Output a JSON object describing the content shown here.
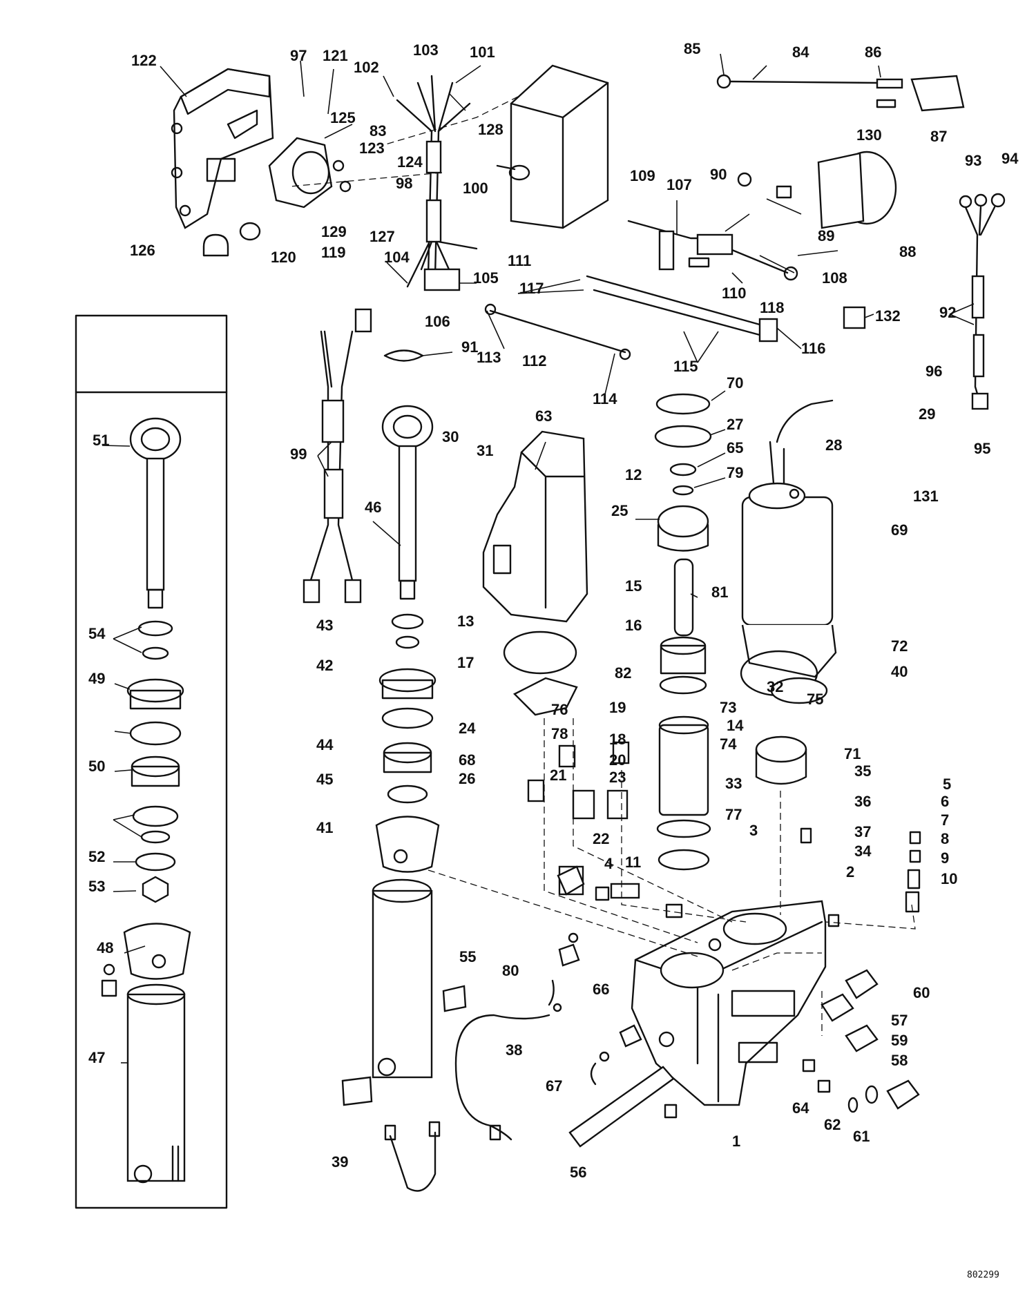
{
  "figure_code": "802299",
  "part_numbers": [
    "1",
    "2",
    "3",
    "4",
    "5",
    "6",
    "7",
    "8",
    "9",
    "10",
    "11",
    "12",
    "13",
    "14",
    "15",
    "16",
    "17",
    "18",
    "19",
    "20",
    "21",
    "22",
    "23",
    "24",
    "25",
    "26",
    "27",
    "28",
    "29",
    "30",
    "31",
    "32",
    "33",
    "34",
    "35",
    "36",
    "37",
    "38",
    "39",
    "40",
    "41",
    "42",
    "43",
    "44",
    "45",
    "46",
    "47",
    "48",
    "49",
    "50",
    "51",
    "52",
    "53",
    "54",
    "55",
    "56",
    "57",
    "58",
    "59",
    "60",
    "61",
    "62",
    "63",
    "64",
    "65",
    "66",
    "67",
    "68",
    "69",
    "70",
    "71",
    "72",
    "73",
    "74",
    "75",
    "76",
    "77",
    "78",
    "79",
    "80",
    "81",
    "82",
    "83",
    "84",
    "85",
    "86",
    "87",
    "88",
    "89",
    "90",
    "91",
    "92",
    "93",
    "94",
    "95",
    "96",
    "97",
    "98",
    "99",
    "100",
    "101",
    "102",
    "103",
    "104",
    "105",
    "106",
    "107",
    "108",
    "109",
    "110",
    "111",
    "112",
    "113",
    "114",
    "115",
    "116",
    "117",
    "118",
    "119",
    "120",
    "121",
    "122",
    "123",
    "124",
    "125",
    "126",
    "127",
    "128",
    "129",
    "130",
    "131",
    "132"
  ]
}
